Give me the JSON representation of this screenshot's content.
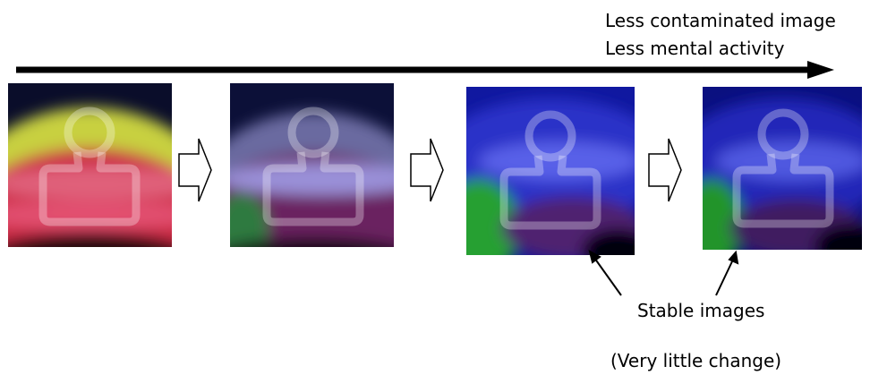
{
  "header": {
    "line1": "Less contaminated image",
    "line2": "Less mental activity"
  },
  "annotations": {
    "stable_label": "Stable images",
    "note": "(Very little change)"
  },
  "images": [
    {
      "name": "stage-1",
      "dominant": [
        "red",
        "yellow"
      ]
    },
    {
      "name": "stage-2",
      "dominant": [
        "purple",
        "blue",
        "green"
      ]
    },
    {
      "name": "stage-3",
      "dominant": [
        "blue",
        "green"
      ]
    },
    {
      "name": "stage-4",
      "dominant": [
        "blue",
        "green"
      ]
    }
  ],
  "icons": [
    "person-silhouette-icon",
    "hollow-right-arrow-icon",
    "progress-arrow",
    "pointer-arrow"
  ]
}
